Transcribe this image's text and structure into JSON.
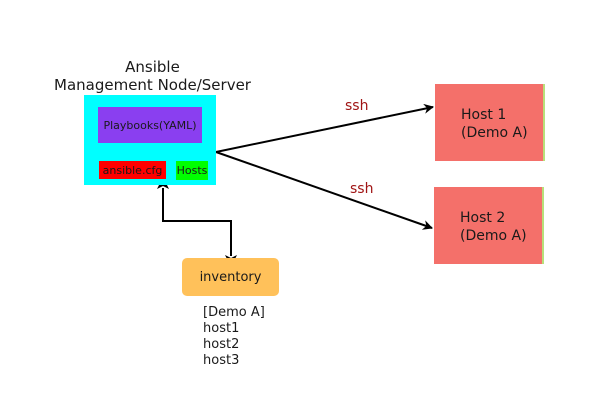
{
  "diagram": {
    "server": {
      "title_line1": "Ansible",
      "title_line2": "Management Node/Server",
      "playbooks_label": "Playbooks(YAML)",
      "config_label": "ansible.cfg",
      "hosts_label": "Hosts",
      "colors": {
        "server": "#00ffff",
        "playbooks": "#8a3ff0",
        "config": "#ff0000",
        "hosts": "#00ff00"
      }
    },
    "inventory": {
      "label": "inventory",
      "color": "#ffc15a",
      "lines": [
        "[Demo A]",
        "host1",
        "host2",
        "host3"
      ]
    },
    "targets": [
      {
        "line1": "Host 1",
        "line2": "(Demo A)"
      },
      {
        "line1": "Host 2",
        "line2": "(Demo A)"
      }
    ],
    "target_color": "#f4706a",
    "connections": [
      {
        "from": "server",
        "to": "Host 1",
        "label": "ssh"
      },
      {
        "from": "server",
        "to": "Host 2",
        "label": "ssh"
      },
      {
        "from": "server",
        "to": "inventory",
        "label": "",
        "bidirectional": true
      }
    ],
    "ssh_label_color": "#a01414"
  }
}
